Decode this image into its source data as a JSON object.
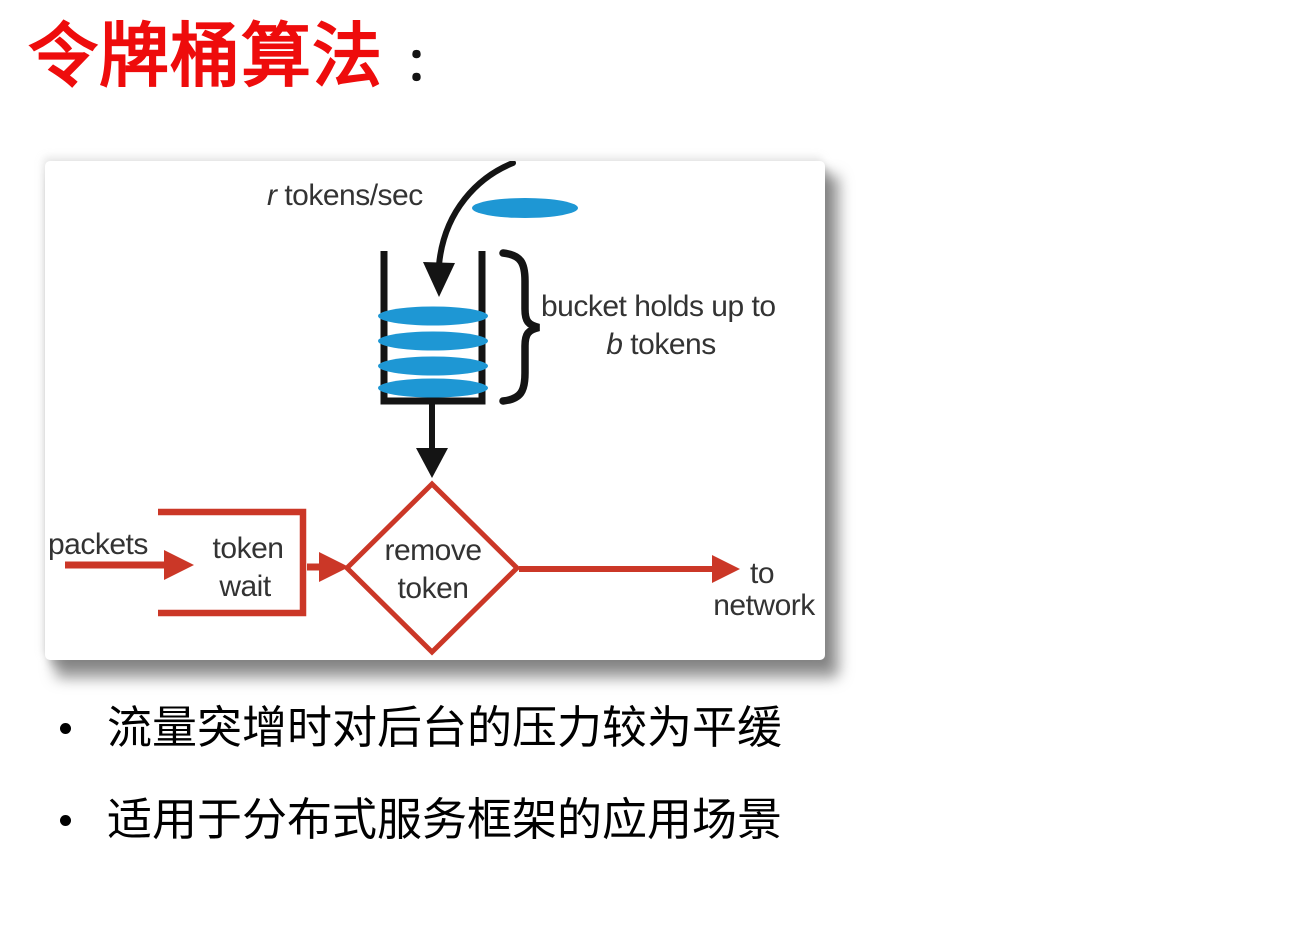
{
  "slide": {
    "background": "#ffffff"
  },
  "title": {
    "text": "令牌桶算法",
    "colon": "：",
    "color": "#ee0c0c"
  },
  "diagram": {
    "rate_label": {
      "italic": "r",
      "rest": " tokens/sec"
    },
    "bucket_label": {
      "line1": "bucket holds up to",
      "line2_italic": "b",
      "line2_rest": " tokens"
    },
    "packets_label": "packets",
    "queue": {
      "line1": "token",
      "line2": "wait"
    },
    "decision": {
      "line1": "remove",
      "line2": "token"
    },
    "output_label": {
      "line1": "to",
      "line2": "network"
    },
    "token_count": 4,
    "colors": {
      "token_blue": "#1e97d4",
      "flow_red": "#cb3727",
      "ink": "#141414",
      "label_gray": "#333333"
    }
  },
  "bullets": [
    "流量突增时对后台的压力较为平缓",
    "适用于分布式服务框架的应用场景"
  ]
}
